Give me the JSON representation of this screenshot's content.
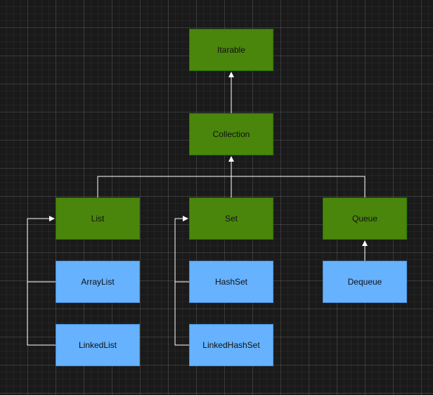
{
  "diagram": {
    "nodes": {
      "iterable": "Itarable",
      "collection": "Collection",
      "list": "List",
      "set": "Set",
      "queue": "Queue",
      "arraylist": "ArrayList",
      "hashset": "HashSet",
      "dequeue": "Dequeue",
      "linkedlist": "LinkedList",
      "linkedhashset": "LinkedHashSet"
    },
    "edges": [
      {
        "from": "Collection",
        "to": "Itarable"
      },
      {
        "from": "List",
        "to": "Collection"
      },
      {
        "from": "Set",
        "to": "Collection"
      },
      {
        "from": "Queue",
        "to": "Collection"
      },
      {
        "from": "ArrayList",
        "to": "List"
      },
      {
        "from": "LinkedList",
        "to": "List"
      },
      {
        "from": "HashSet",
        "to": "Set"
      },
      {
        "from": "LinkedHashSet",
        "to": "Set"
      },
      {
        "from": "Dequeue",
        "to": "Queue"
      }
    ],
    "colors": {
      "background": "#1a1a1a",
      "interface_fill": "#4a860c",
      "class_fill": "#66b2ff",
      "connector": "#ffffff"
    }
  }
}
